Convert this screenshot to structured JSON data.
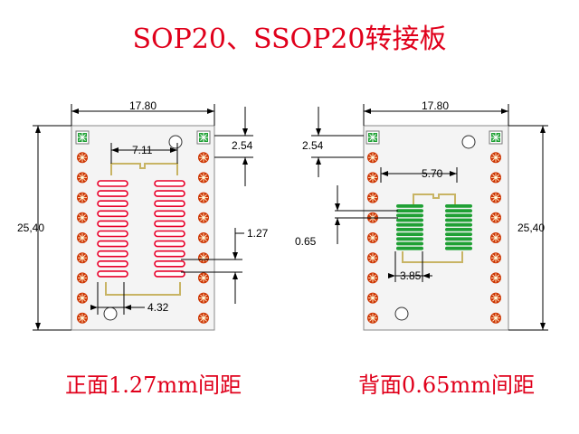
{
  "title": "SOP20、SSOP20转接板",
  "colors": {
    "board": "#f4f4f4",
    "pin_pad": "#cc3300",
    "sop_pad_fill": "#ffffff",
    "sop_pad_stroke": "#e8002a",
    "ssop_pad": "#1fa034",
    "silk": "#c8b464",
    "caption": "#e0001b",
    "dimension_line": "#000000"
  },
  "left_board": {
    "dims": {
      "width": "17.80",
      "height": "25,40",
      "row_pitch": "2.54",
      "pad_pitch": "1.27",
      "pad_span": "7.11",
      "pad_width": "4.32"
    },
    "caption": "正面1.27mm间距"
  },
  "right_board": {
    "dims": {
      "width": "17.80",
      "height": "25,40",
      "row_pitch": "2.54",
      "pad_span": "5.70",
      "pad_pitch": "0.65",
      "pad_width": "3.85"
    },
    "caption": "背面0.65mm间距"
  }
}
